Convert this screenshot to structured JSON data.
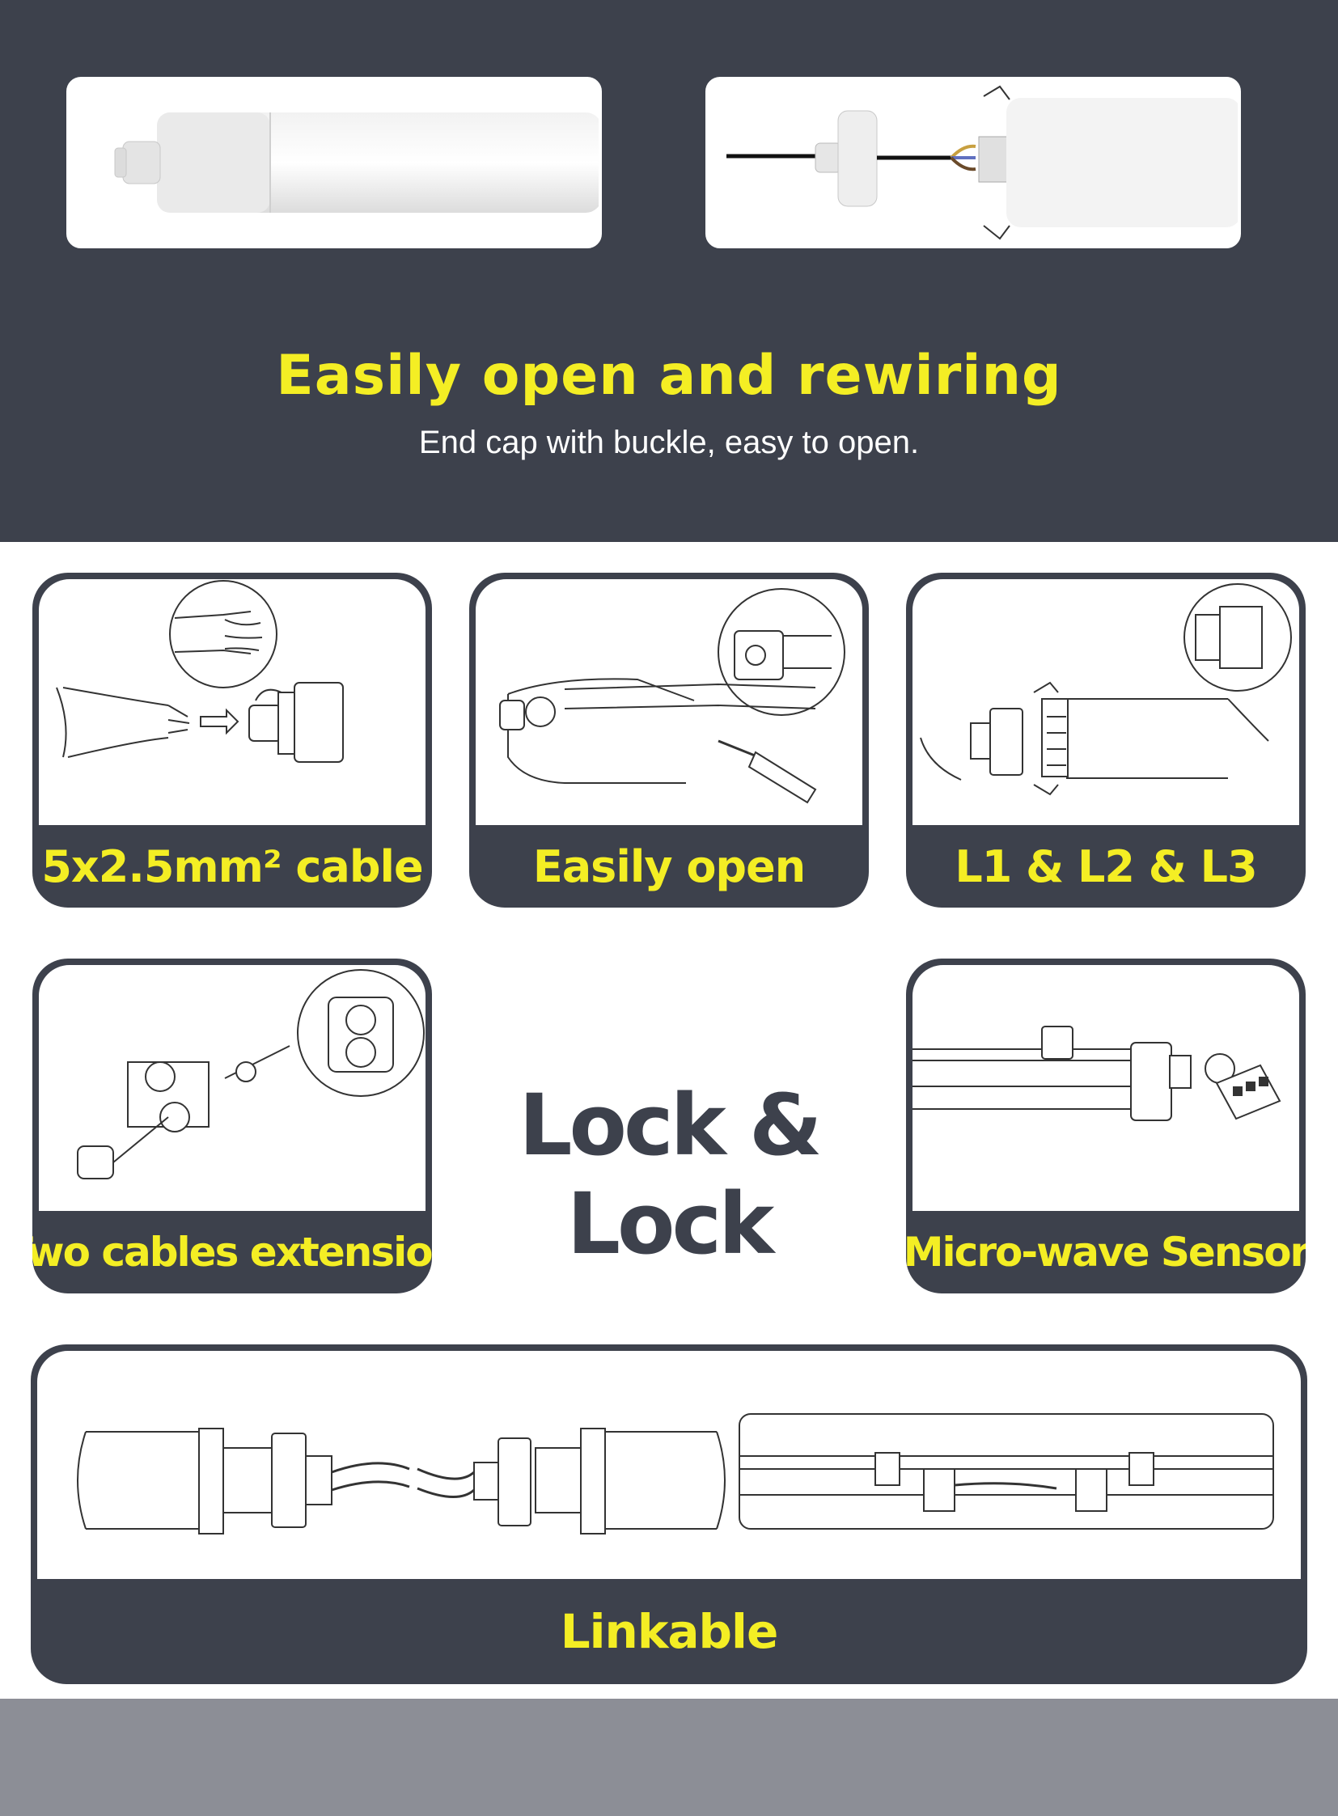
{
  "hero": {
    "title": "Easily open and rewiring",
    "subtitle": "End cap with buckle, easy to open."
  },
  "features": {
    "cable": "5x2.5mm² cable",
    "open": "Easily open",
    "phases": "L1 & L2 & L3",
    "two_cables": "Two cables  extension",
    "sensor": "Micro-wave Sensor",
    "center_title": "Lock & Lock",
    "linkable": "Linkable"
  },
  "colors": {
    "band": "#3d414c",
    "accent_yellow": "#f4ee24",
    "footer": "#8c8e96"
  },
  "icons": [
    "end-cap-photo",
    "wired-end-cap-photo",
    "cable-gland-illustration",
    "screwdriver-illustration",
    "terminal-block-illustration",
    "twin-gland-illustration",
    "microwave-sensor-illustration",
    "linked-fixtures-illustration"
  ]
}
